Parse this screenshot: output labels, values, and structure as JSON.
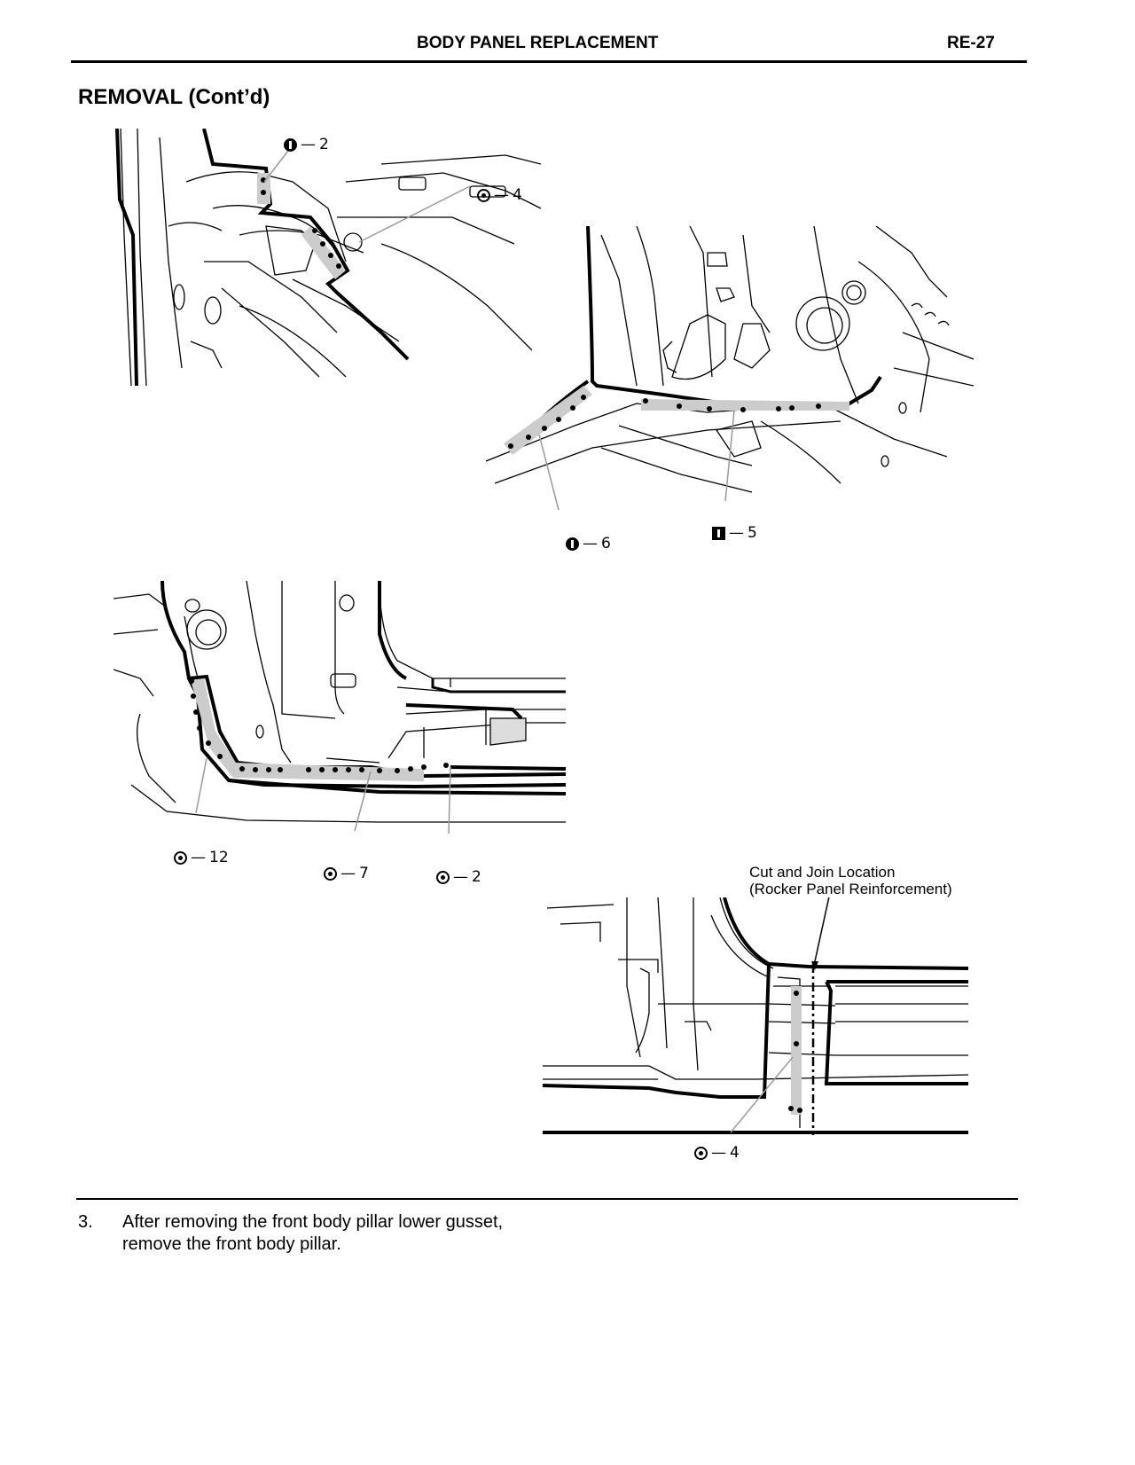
{
  "header": {
    "title": "BODY PANEL REPLACEMENT",
    "page_number": "RE-27"
  },
  "section_heading": "REMOVAL (Cont’d)",
  "figures": [
    {
      "callouts": [
        {
          "icon": "circle-bar-icon",
          "count": "2"
        },
        {
          "icon": "circle-dot-icon",
          "count": "4"
        }
      ]
    },
    {
      "callouts": [
        {
          "icon": "circle-bar-icon",
          "count": "6"
        },
        {
          "icon": "square-bar-icon",
          "count": "5"
        }
      ]
    },
    {
      "callouts": [
        {
          "icon": "circle-dot-icon",
          "count": "12"
        },
        {
          "icon": "circle-dot-icon",
          "count": "7"
        },
        {
          "icon": "circle-dot-icon",
          "count": "2"
        }
      ]
    },
    {
      "label_line1": "Cut and Join Location",
      "label_line2": "(Rocker Panel Reinforcement)",
      "callouts": [
        {
          "icon": "circle-dot-icon",
          "count": "4"
        }
      ]
    }
  ],
  "instruction": {
    "number": "3.",
    "text": "After removing the front body pillar lower gusset, remove the front body pillar."
  }
}
